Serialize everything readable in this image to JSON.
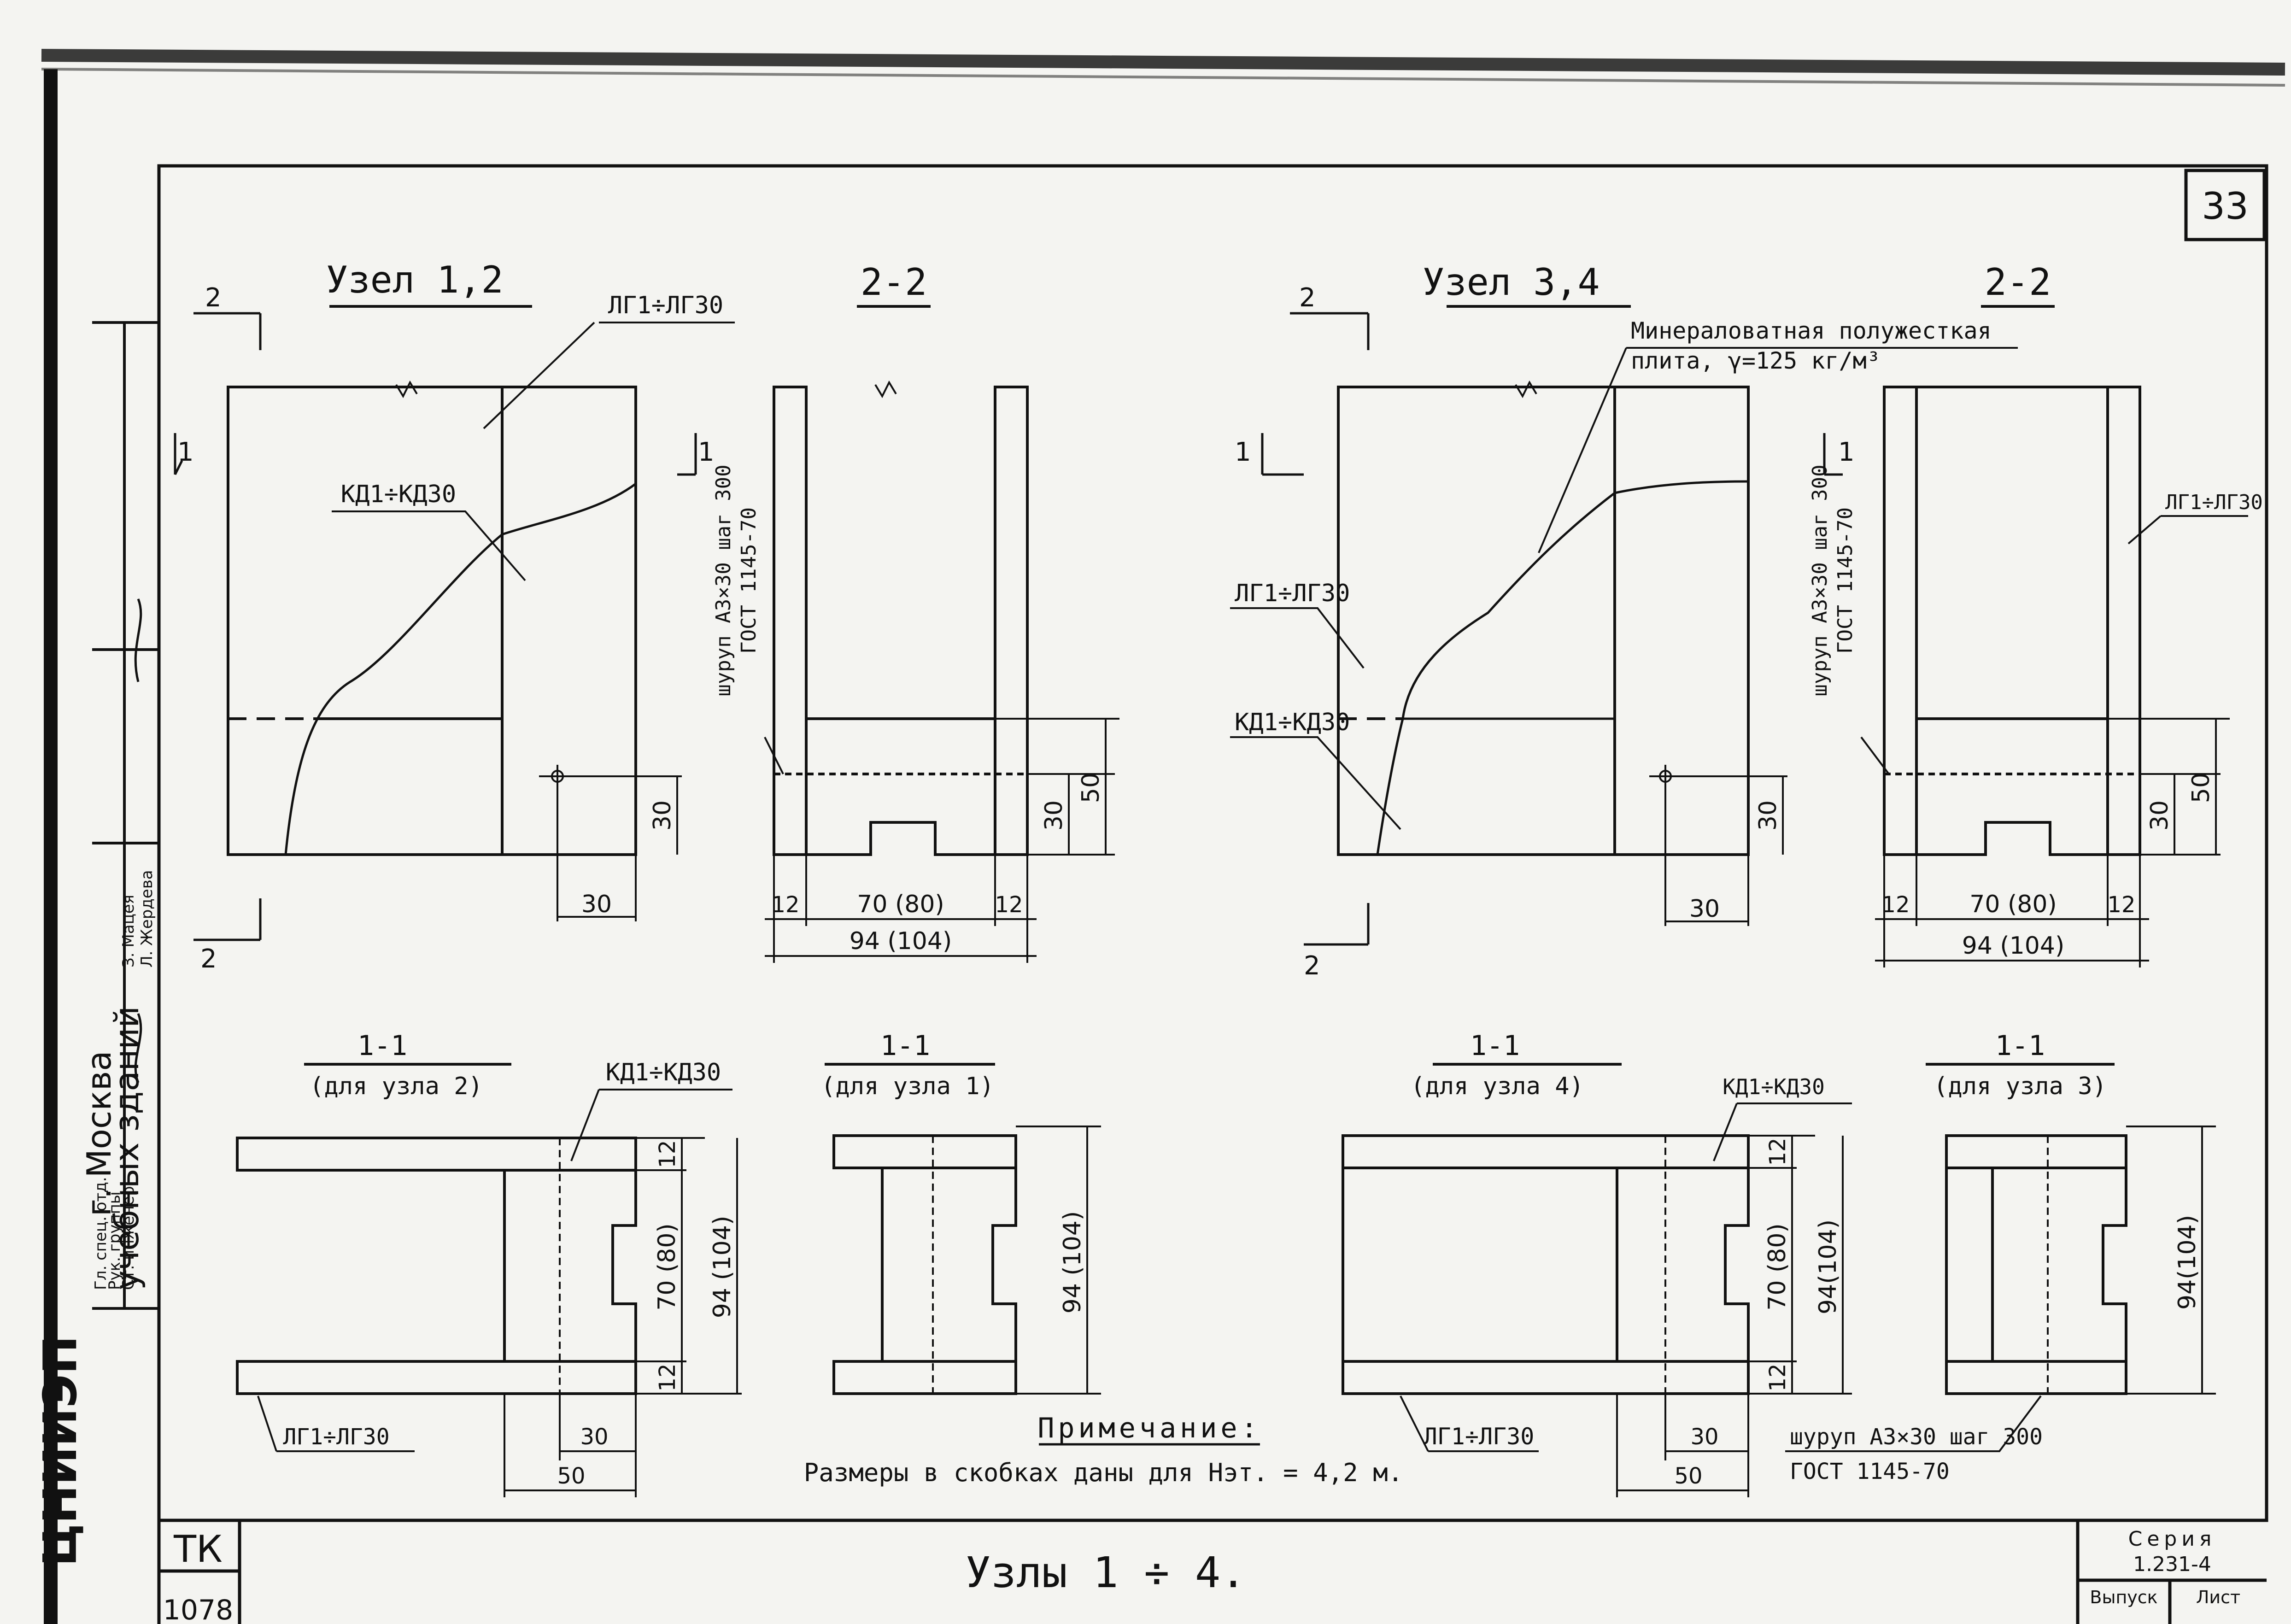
{
  "sheet": {
    "page_number": "33",
    "title": "Узлы   1 ÷ 4.",
    "note_heading": "Примечание:",
    "note_text": "Размеры в скобках даны для  Нэт. = 4,2 м.",
    "cipher": "ТК",
    "cipher_year": "1078",
    "series_label": "Серия",
    "series_number": "1.231-4",
    "issue_label": "Выпуск",
    "sheet_label": "Лист"
  },
  "side_stamp": {
    "org": "ЦНИИЭП",
    "org_line2": "учебных зданий",
    "city": "г. Москва",
    "roles": [
      "Гл. спец. отд.",
      "Рук. группы",
      "Ст. инженер"
    ],
    "names": [
      "З. Мацея",
      "Л. Жердева"
    ]
  },
  "node12": {
    "title": "Узел 1,2",
    "section_mark_2": "2",
    "section_mark_1": "1",
    "label_lg": "ЛГ1÷ЛГ30",
    "label_kd": "КД1÷КД30",
    "dim_30_v": "30",
    "dim_30_h": "30"
  },
  "sec22_a": {
    "title": "2-2",
    "screw": "шуруп А3×30 шаг 300",
    "gost": "ГОСТ 1145-70",
    "dim_30": "30",
    "dim_50": "50",
    "dim_12l": "12",
    "dim_70": "70 (80)",
    "dim_12r": "12",
    "dim_94": "94 (104)"
  },
  "node34": {
    "title": "Узел 3,4",
    "section_mark_2": "2",
    "section_mark_1": "1",
    "mineral_1": "Минераловатная полужесткая",
    "mineral_2": "плита, γ=125 кг/м³",
    "label_lg": "ЛГ1÷ЛГ30",
    "label_kd": "КД1÷КД30",
    "dim_30_v": "30",
    "dim_30_h": "30"
  },
  "sec22_b": {
    "title": "2-2",
    "screw": "шуруп А3×30 шаг 300",
    "gost": "ГОСТ 1145-70",
    "label_lg": "ЛГ1÷ЛГ30",
    "dim_30": "30",
    "dim_50": "50",
    "dim_12l": "12",
    "dim_70": "70 (80)",
    "dim_12r": "12",
    "dim_94": "94 (104)"
  },
  "sec11_a": {
    "title": "1-1",
    "subtitle": "(для узла 2)",
    "label_kd": "КД1÷КД30",
    "label_lg": "ЛГ1÷ЛГ30",
    "dim_12t": "12",
    "dim_70": "70 (80)",
    "dim_94": "94 (104)",
    "dim_12b": "12",
    "dim_30": "30",
    "dim_50": "50"
  },
  "sec11_b": {
    "title": "1-1",
    "subtitle": "(для узла 1)",
    "dim_94": "94 (104)"
  },
  "sec11_c": {
    "title": "1-1",
    "subtitle": "(для узла 4)",
    "label_kd": "КД1÷КД30",
    "label_lg": "ЛГ1÷ЛГ30",
    "dim_12t": "12",
    "dim_70": "70 (80)",
    "dim_94": "94(104)",
    "dim_12b": "12",
    "dim_30": "30",
    "dim_50": "50"
  },
  "sec11_d": {
    "title": "1-1",
    "subtitle": "(для узла 3)",
    "screw": "шуруп А3×30 шаг 300",
    "gost": "ГОСТ 1145-70",
    "dim_94": "94(104)"
  },
  "colors": {
    "ink": "#111111",
    "paper": "#f4f4f1"
  }
}
